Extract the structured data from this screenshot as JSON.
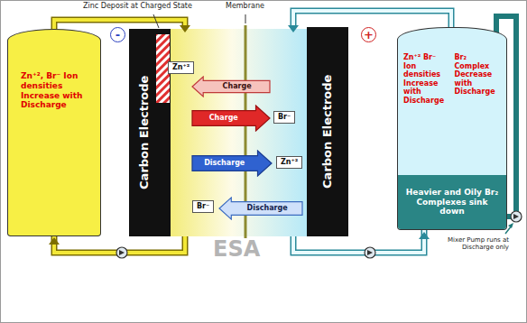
{
  "diagram": {
    "nodes": [
      {
        "text": [
          "Zn⁺², Br⁻ Ion densities Increase with Discharge"
        ]
      },
      {
        "text": [
          "-"
        ]
      },
      {
        "text": [
          "Carbon Electrode"
        ]
      },
      {
        "text": [
          "Zn⁺²"
        ]
      },
      {
        "text": [
          "Charge"
        ]
      },
      {
        "text": [
          "Charge"
        ]
      },
      {
        "text": [
          "Br⁻"
        ]
      },
      {
        "text": [
          "Discharge"
        ]
      },
      {
        "text": [
          "Zn⁺²"
        ]
      },
      {
        "text": [
          "Br⁻"
        ]
      },
      {
        "text": [
          "Discharge"
        ]
      },
      {
        "text": [
          "Carbon Electrode"
        ]
      },
      {
        "text": [
          "+"
        ]
      },
      {
        "text": [
          "Zn⁺² Br⁻ Ion densities Increase with Discharge",
          "Br₂ Complex Decrease with Discharge"
        ]
      },
      {
        "text": [
          "Heavier and Oily Br₂ Complexes sink down"
        ],
        "in": 13
      }
    ],
    "labels": [
      "Zinc Deposit at Charged State",
      "Membrane",
      "Mixer Pump runs at Discharge only",
      "ESA"
    ]
  }
}
